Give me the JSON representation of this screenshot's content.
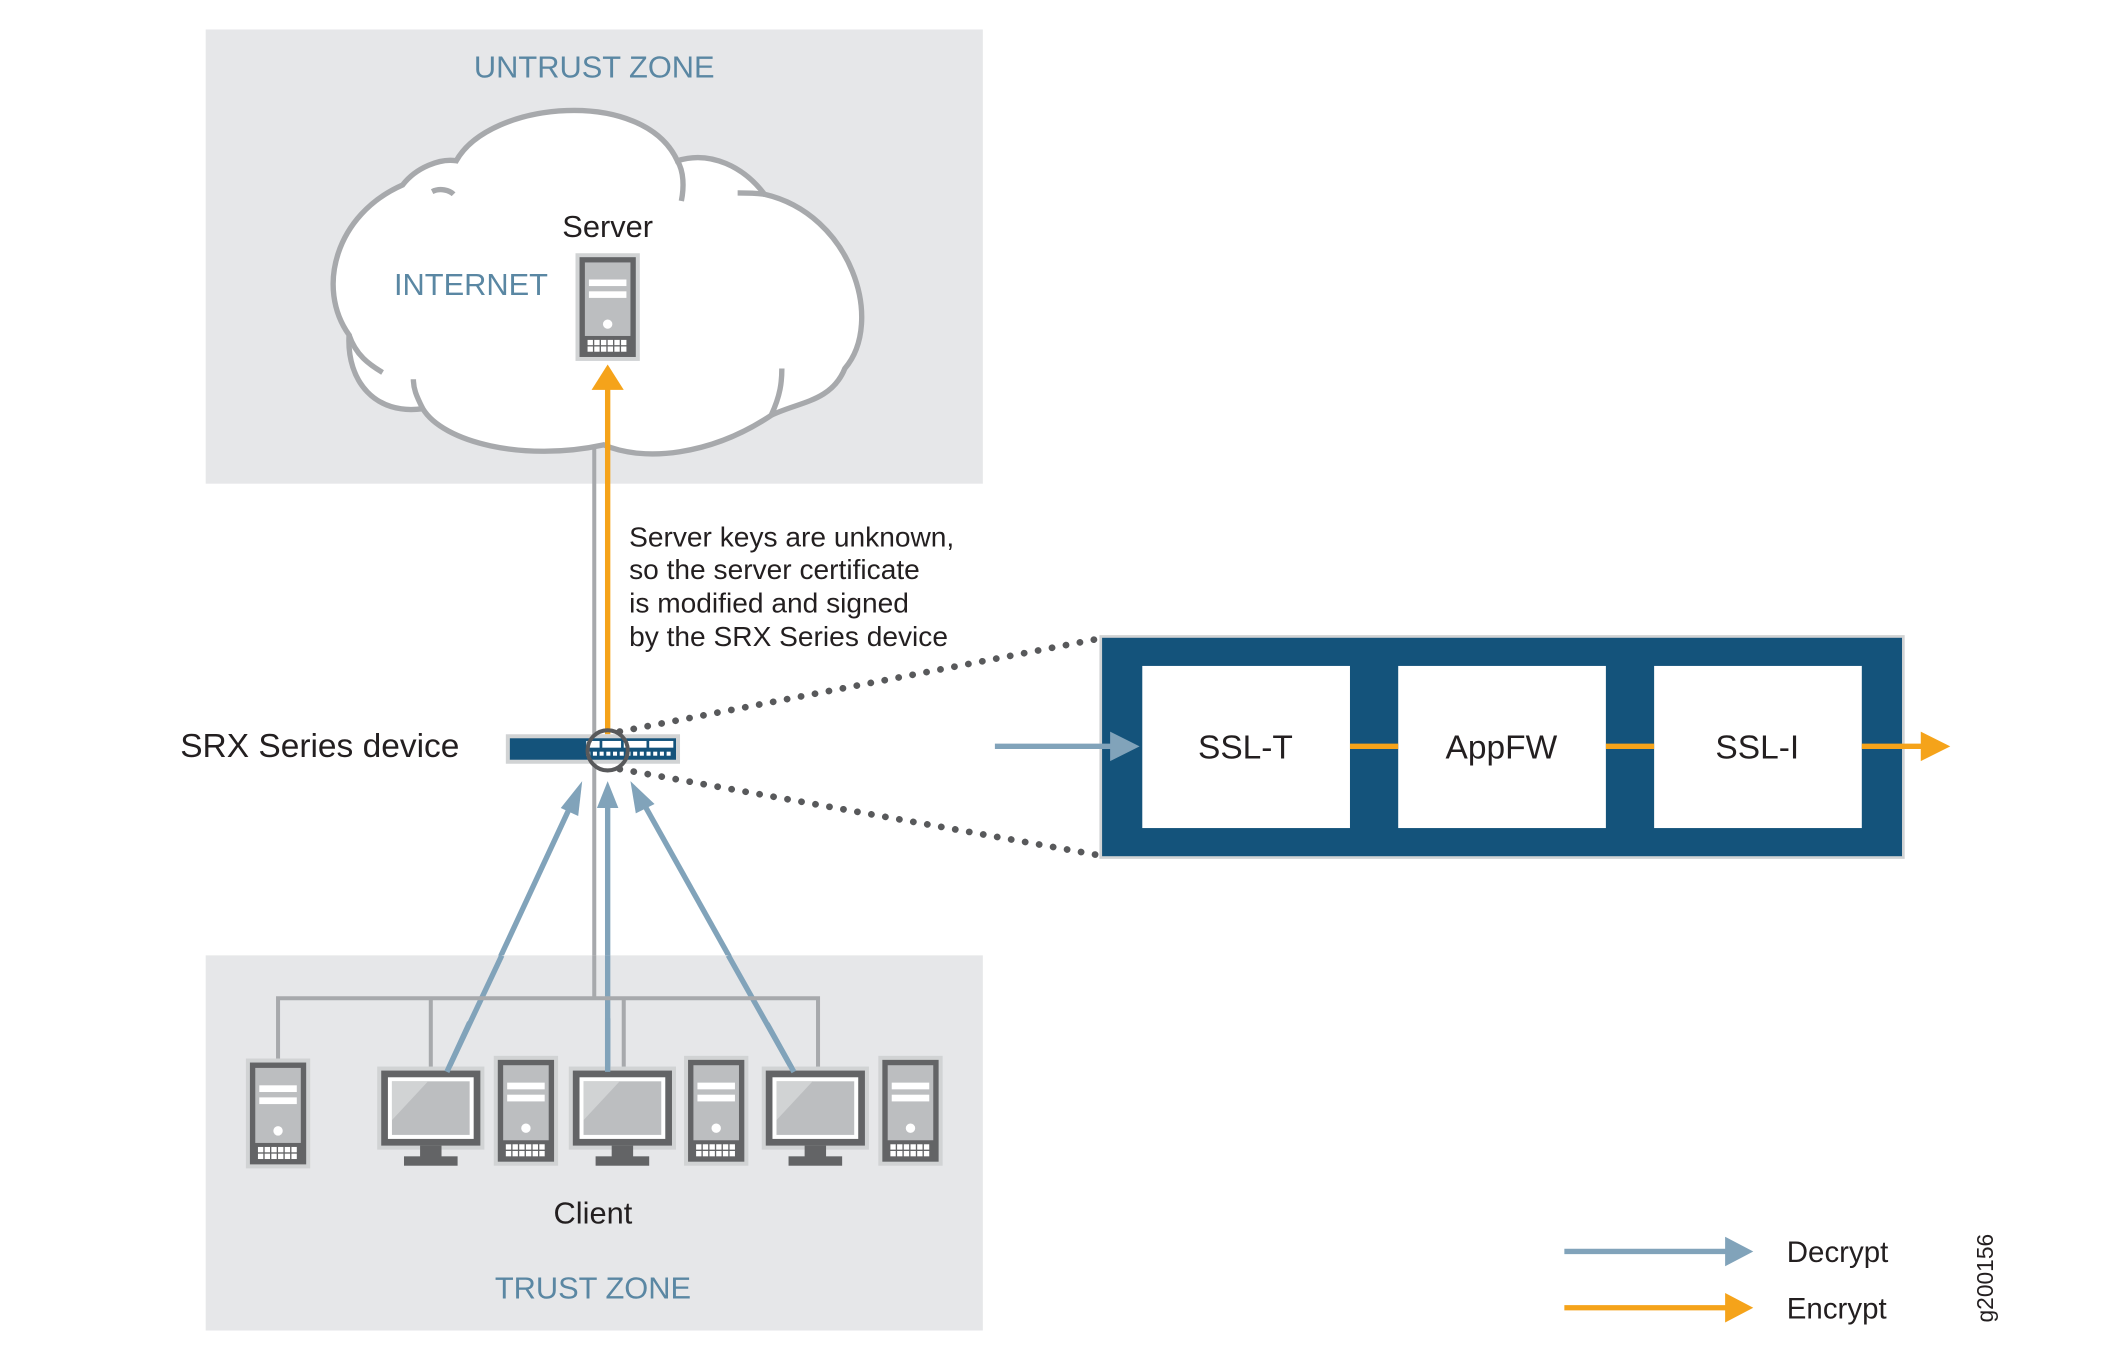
{
  "zones": {
    "untrust": {
      "title": "UNTRUST ZONE"
    },
    "trust": {
      "title": "TRUST ZONE"
    }
  },
  "cloud": {
    "label": "INTERNET"
  },
  "server": {
    "label": "Server"
  },
  "srx": {
    "label": "SRX Series device"
  },
  "note": {
    "lines": [
      "Server keys are unknown,",
      "so the server certificate",
      "is modified and signed",
      "by the SRX Series device"
    ]
  },
  "client": {
    "label": "Client"
  },
  "pipeline": {
    "stages": [
      {
        "label": "SSL-T"
      },
      {
        "label": "AppFW"
      },
      {
        "label": "SSL-I"
      }
    ]
  },
  "legend": {
    "items": [
      {
        "label": "Decrypt",
        "color": "#81a3ba"
      },
      {
        "label": "Encrypt",
        "color": "#f5a31a"
      }
    ]
  },
  "figure_id": "g200156",
  "colors": {
    "zone_bg": "#e6e7e9",
    "zone_text": "#5a87a3",
    "decrypt": "#81a3ba",
    "encrypt": "#f5a31a",
    "device_blue": "#14537b",
    "line_gray": "#a7a9ac",
    "icon_dark": "#636466",
    "icon_light": "#bcbec0",
    "dot_gray": "#58595b"
  }
}
